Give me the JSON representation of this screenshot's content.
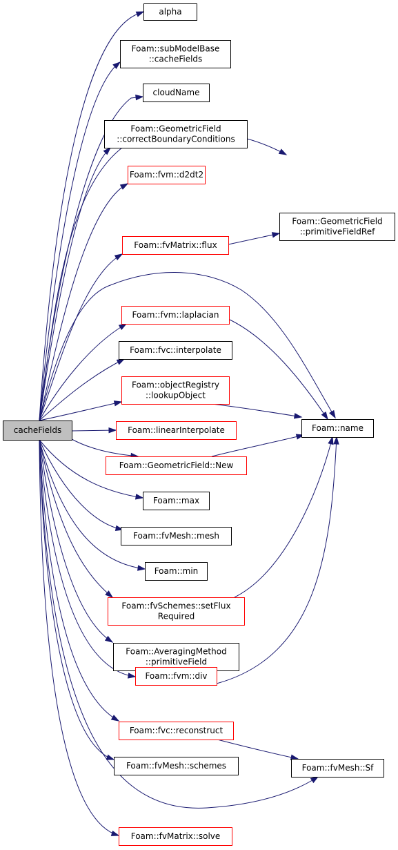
{
  "diagram": {
    "colors": {
      "edge": "#191970",
      "node_border": "#000000",
      "node_border_incomplete": "#ff0000",
      "root_fill": "#bfbfbf",
      "node_fill": "#ffffff"
    },
    "nodes": [
      {
        "id": "root",
        "lines": [
          "cacheFields"
        ],
        "style": "root"
      },
      {
        "id": "alpha",
        "lines": [
          "alpha"
        ],
        "style": "black"
      },
      {
        "id": "subModelBase",
        "lines": [
          "Foam::subModelBase",
          "::cacheFields"
        ],
        "style": "black"
      },
      {
        "id": "cloudName",
        "lines": [
          "cloudName"
        ],
        "style": "black"
      },
      {
        "id": "correctBC",
        "lines": [
          "Foam::GeometricField",
          "::correctBoundaryConditions"
        ],
        "style": "black"
      },
      {
        "id": "d2dt2",
        "lines": [
          "Foam::fvm::d2dt2"
        ],
        "style": "red"
      },
      {
        "id": "primitiveFieldRef",
        "lines": [
          "Foam::GeometricField",
          "::primitiveFieldRef"
        ],
        "style": "black"
      },
      {
        "id": "flux",
        "lines": [
          "Foam::fvMatrix::flux"
        ],
        "style": "red"
      },
      {
        "id": "laplacian",
        "lines": [
          "Foam::fvm::laplacian"
        ],
        "style": "red"
      },
      {
        "id": "interpolate",
        "lines": [
          "Foam::fvc::interpolate"
        ],
        "style": "black"
      },
      {
        "id": "lookupObject",
        "lines": [
          "Foam::objectRegistry",
          "::lookupObject"
        ],
        "style": "red"
      },
      {
        "id": "name",
        "lines": [
          "Foam::name"
        ],
        "style": "black"
      },
      {
        "id": "linearInterpolate",
        "lines": [
          "Foam::linearInterpolate"
        ],
        "style": "red"
      },
      {
        "id": "newField",
        "lines": [
          "Foam::GeometricField::New"
        ],
        "style": "red"
      },
      {
        "id": "max",
        "lines": [
          "Foam::max"
        ],
        "style": "black"
      },
      {
        "id": "mesh",
        "lines": [
          "Foam::fvMesh::mesh"
        ],
        "style": "black"
      },
      {
        "id": "min",
        "lines": [
          "Foam::min"
        ],
        "style": "black"
      },
      {
        "id": "setFlux",
        "lines": [
          "Foam::fvSchemes::setFlux",
          "Required"
        ],
        "style": "red"
      },
      {
        "id": "primitiveField",
        "lines": [
          "Foam::AveragingMethod",
          "::primitiveField"
        ],
        "style": "black"
      },
      {
        "id": "div",
        "lines": [
          "Foam::fvm::div"
        ],
        "style": "red"
      },
      {
        "id": "reconstruct",
        "lines": [
          "Foam::fvc::reconstruct"
        ],
        "style": "red"
      },
      {
        "id": "schemes",
        "lines": [
          "Foam::fvMesh::schemes"
        ],
        "style": "black"
      },
      {
        "id": "Sf",
        "lines": [
          "Foam::fvMesh::Sf"
        ],
        "style": "black"
      },
      {
        "id": "solve",
        "lines": [
          "Foam::fvMatrix::solve"
        ],
        "style": "red"
      }
    ],
    "edges": [
      {
        "from": "root",
        "to": "alpha"
      },
      {
        "from": "root",
        "to": "subModelBase"
      },
      {
        "from": "root",
        "to": "cloudName"
      },
      {
        "from": "root",
        "to": "correctBC"
      },
      {
        "from": "root",
        "to": "d2dt2"
      },
      {
        "from": "root",
        "to": "primitiveFieldRef"
      },
      {
        "from": "root",
        "to": "flux"
      },
      {
        "from": "root",
        "to": "name"
      },
      {
        "from": "root",
        "to": "laplacian"
      },
      {
        "from": "root",
        "to": "interpolate"
      },
      {
        "from": "root",
        "to": "lookupObject"
      },
      {
        "from": "root",
        "to": "linearInterpolate"
      },
      {
        "from": "root",
        "to": "newField"
      },
      {
        "from": "root",
        "to": "max"
      },
      {
        "from": "root",
        "to": "mesh"
      },
      {
        "from": "root",
        "to": "min"
      },
      {
        "from": "root",
        "to": "setFlux"
      },
      {
        "from": "root",
        "to": "primitiveField"
      },
      {
        "from": "root",
        "to": "div"
      },
      {
        "from": "root",
        "to": "reconstruct"
      },
      {
        "from": "root",
        "to": "schemes"
      },
      {
        "from": "root",
        "to": "Sf"
      },
      {
        "from": "root",
        "to": "solve"
      },
      {
        "from": "flux",
        "to": "primitiveFieldRef"
      },
      {
        "from": "laplacian",
        "to": "name"
      },
      {
        "from": "lookupObject",
        "to": "name"
      },
      {
        "from": "newField",
        "to": "name"
      },
      {
        "from": "setFlux",
        "to": "name"
      },
      {
        "from": "div",
        "to": "name"
      },
      {
        "from": "reconstruct",
        "to": "Sf"
      }
    ]
  }
}
